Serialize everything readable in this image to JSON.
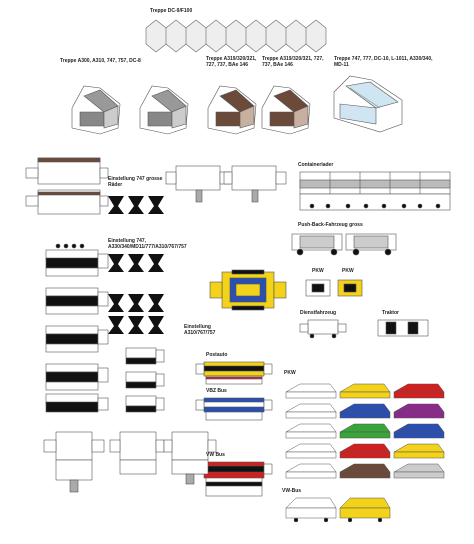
{
  "labels": {
    "stair_dc9": "Treppe DC-9/F100",
    "stair_a300": "Treppe A300, A310, 747, 757, DC-8",
    "stair_a319_1": "Treppe A319/320/321, 727, 737, BAe 146",
    "stair_a319_2": "Treppe A319/320/321, 727, 737, BAe 146",
    "stair_747": "Treppe 747, 777, DC-10, L-1011, A330/340, MD-11",
    "container_loader": "Containerlader",
    "einstellung_747": "Einstellung 747 grosse Räder",
    "pushback_big": "Push-Back-Fahrzeug gross",
    "einstellung_multi": "Einstellung 747, A330/340/MD11/777/A310/767/757",
    "pkw_1": "PKW",
    "pkw_2": "PKW",
    "dienstfahrzeug": "Dienstfahrzeug",
    "traktor": "Traktor",
    "einstellung_a310": "Einstellung A310/767/757",
    "postauto": "Postauto",
    "vbz_bus": "VBZ Bus",
    "pkw_3": "PKW",
    "vw_bus": "VW Bus",
    "vw_bus_2": "VW-Bus"
  },
  "colors": {
    "outline": "#555555",
    "black": "#111111",
    "brown": "#6b4a3a",
    "gray": "#a8a8a8",
    "lightblue": "#cfe6f2",
    "yellow": "#f2d21a",
    "blue": "#2a4fb0",
    "red": "#d02020",
    "green": "#3aa33a",
    "purple": "#8a2a8a",
    "orange": "#e8801a"
  }
}
